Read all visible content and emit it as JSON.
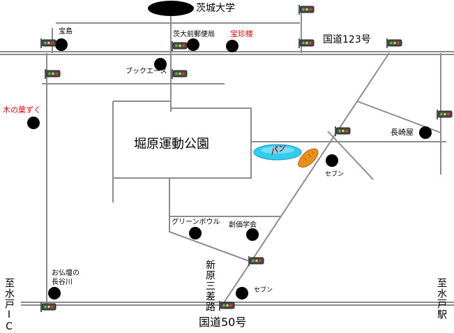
{
  "roads": {
    "route123": "国道123号",
    "route50": "国道50号",
    "shinbara_junction": "新原三差路"
  },
  "directions": {
    "mito_ic": "至水戸IC",
    "mito_station": "至水戸駅"
  },
  "park": {
    "name": "堀原運動公園"
  },
  "places": {
    "ibaraki_univ": "茨城大学",
    "post_office": "茨大前郵便局",
    "hojinro": "宝珍楼",
    "takarajima": "宝島",
    "bookace": "ブックエース",
    "konohazuku": "木の葉ずく",
    "nagasakiya": "長崎屋",
    "seven_mid": "セブン",
    "green_bowl": "グリーンボウル",
    "sokagakkai": "創価学会",
    "hasegawa": "お仏壇の長谷川",
    "seven_south": "セブン"
  },
  "destination": {
    "logo_text": "パン"
  },
  "colors": {
    "road": "#8c8c8c",
    "highlight": "#ff0000",
    "bakery_ellipse": "#33ccee",
    "bread": "#e8901c",
    "marker": "#000000"
  }
}
